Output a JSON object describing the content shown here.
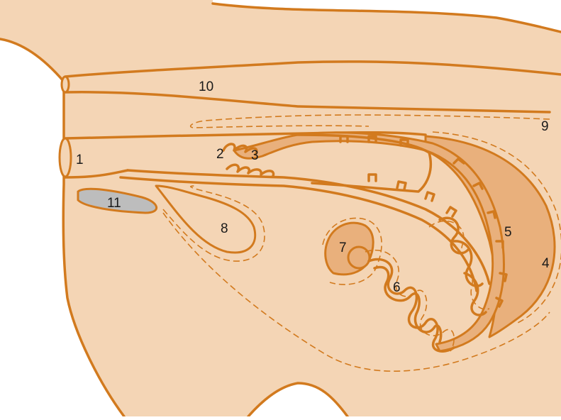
{
  "labels": [
    {
      "id": "1",
      "text": "1"
    },
    {
      "id": "2",
      "text": "2"
    },
    {
      "id": "3",
      "text": "3"
    },
    {
      "id": "4",
      "text": "4"
    },
    {
      "id": "5",
      "text": "5"
    },
    {
      "id": "6",
      "text": "6"
    },
    {
      "id": "7",
      "text": "7"
    },
    {
      "id": "8",
      "text": "8"
    },
    {
      "id": "9",
      "text": "9"
    },
    {
      "id": "10",
      "text": "10"
    },
    {
      "id": "11",
      "text": "11"
    }
  ],
  "colors": {
    "tissue": "#F4D5B5",
    "organ": "#E9B07C",
    "outline": "#D27A1E",
    "bone": "#BDBDBD"
  }
}
